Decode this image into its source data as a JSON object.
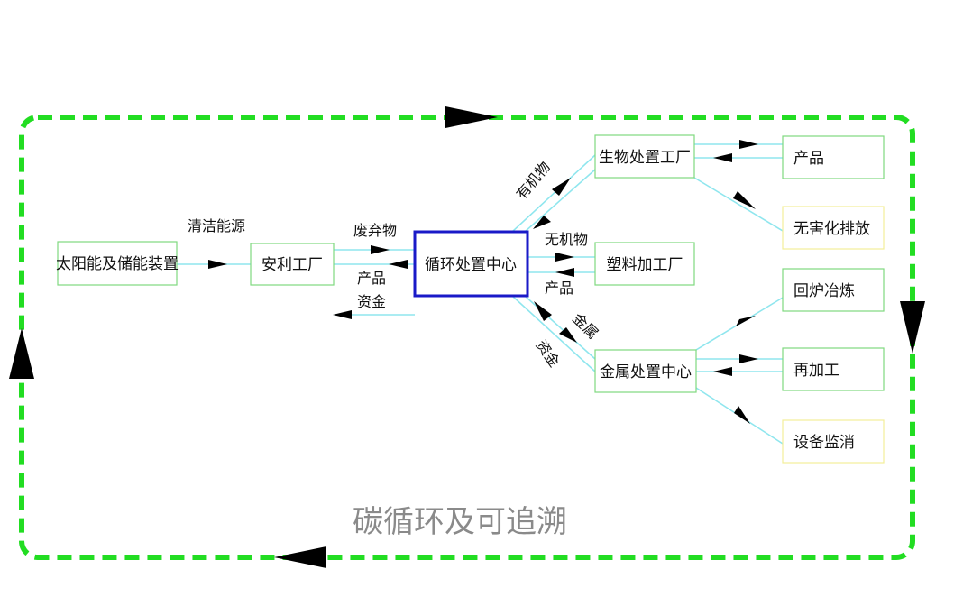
{
  "nodes": {
    "solar": "太阳能及储能装置",
    "anli": "安利工厂",
    "center": "循环处置中心",
    "bio": "生物处置工厂",
    "plastic": "塑料加工厂",
    "metal": "金属处置中心",
    "product": "产品",
    "harmless": "无害化排放",
    "smelt": "回炉冶炼",
    "reprocess": "再加工",
    "monitor": "设备监消"
  },
  "edges": {
    "clean_energy": "清洁能源",
    "waste": "废弃物",
    "product": "产品",
    "funds": "资金",
    "organic": "有机物",
    "inorganic": "无机物",
    "plastic_product": "产品",
    "metal": "金属",
    "metal_funds": "资金"
  },
  "title": "碳循环及可追溯",
  "colors": {
    "loop": "#22dd22",
    "center_border": "#1a1ac8",
    "node_border": "#7fd97f",
    "yellow_border": "#f2ee9a",
    "flow_line": "#8fe6ee"
  }
}
